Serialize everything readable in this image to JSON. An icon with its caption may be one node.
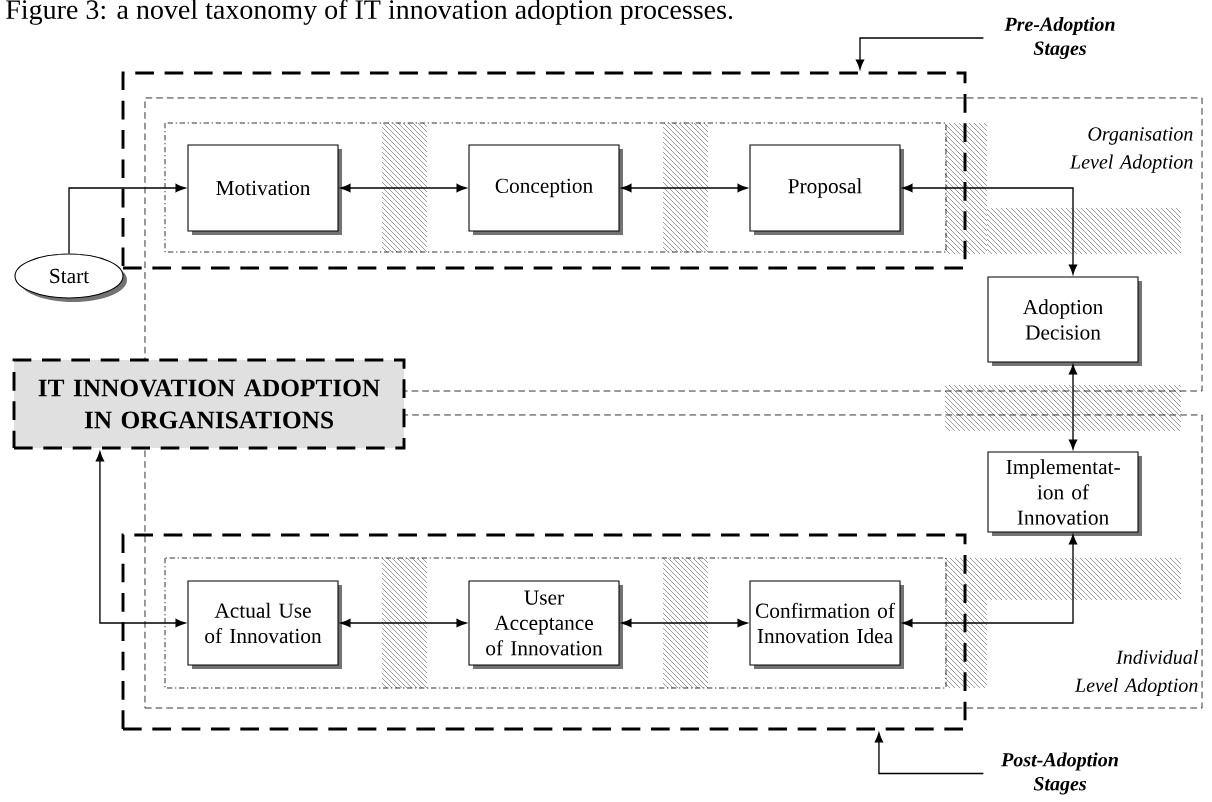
{
  "diagram": {
    "title": "Figure 3: a novel taxonomy of IT innovation adoption processes.",
    "nodes": [
      {
        "text": [
          "Pre-Adoption Stages"
        ]
      },
      {
        "text": [],
        "shape": "box"
      },
      {
        "text": [
          "Organisation Level Adoption"
        ]
      },
      {
        "text": [
          "Motivation"
        ],
        "in": 1
      },
      {
        "text": [
          "Conception"
        ],
        "in": 1
      },
      {
        "text": [
          "Proposal"
        ],
        "in": 1
      },
      {
        "text": [
          "Start"
        ]
      },
      {
        "text": [
          "Adoption Decision"
        ],
        "in": 2
      },
      {
        "text": [
          "IT INNOVATION ADOPTION IN ORGANISATIONS"
        ]
      },
      {
        "text": [
          "Individual Level Adoption"
        ]
      },
      {
        "text": [
          "Implementat-ion of Innovation"
        ],
        "in": 9
      },
      {
        "text": [],
        "shape": "box"
      },
      {
        "text": [
          "Actual Use of Innovation"
        ],
        "in": 11
      },
      {
        "text": [
          "User Acceptance of Innovation"
        ],
        "in": 11
      },
      {
        "text": [
          "Confirmation of Innovation Idea"
        ],
        "in": 11
      },
      {
        "text": [
          "Post-Adoption Stages"
        ]
      }
    ],
    "edges": [
      {
        "from": 0,
        "to": 1,
        "arrow": "to"
      },
      {
        "from": 6,
        "to": 3,
        "arrow": "to"
      },
      {
        "from": 3,
        "to": 4,
        "arrow": "both"
      },
      {
        "from": 4,
        "to": 5,
        "arrow": "both"
      },
      {
        "from": 5,
        "to": 7,
        "arrow": "both"
      },
      {
        "from": 7,
        "to": 10,
        "arrow": "both"
      },
      {
        "from": 14,
        "to": 10,
        "arrow": "both"
      },
      {
        "from": 13,
        "to": 14,
        "arrow": "both"
      },
      {
        "from": 12,
        "to": 13,
        "arrow": "both"
      },
      {
        "from": 12,
        "to": 8,
        "arrow": "both"
      },
      {
        "from": 15,
        "to": 11,
        "arrow": "to"
      }
    ]
  }
}
